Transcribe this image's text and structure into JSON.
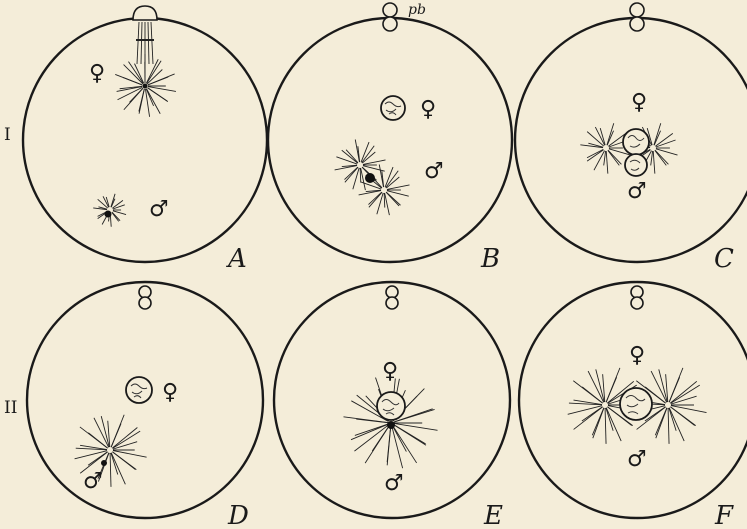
{
  "figure": {
    "row_labels": [
      "I",
      "II"
    ],
    "panels": [
      {
        "letter": "A",
        "female": "♀",
        "male": "♂"
      },
      {
        "letter": "B",
        "female": "♀",
        "male": "♂",
        "annotation": "pb"
      },
      {
        "letter": "C",
        "female": "♀",
        "male": "♂"
      },
      {
        "letter": "D",
        "female": "♀",
        "male": "♂"
      },
      {
        "letter": "E",
        "female": "♀",
        "male": "♂"
      },
      {
        "letter": "F",
        "female": "♀",
        "male": "♂"
      }
    ]
  }
}
